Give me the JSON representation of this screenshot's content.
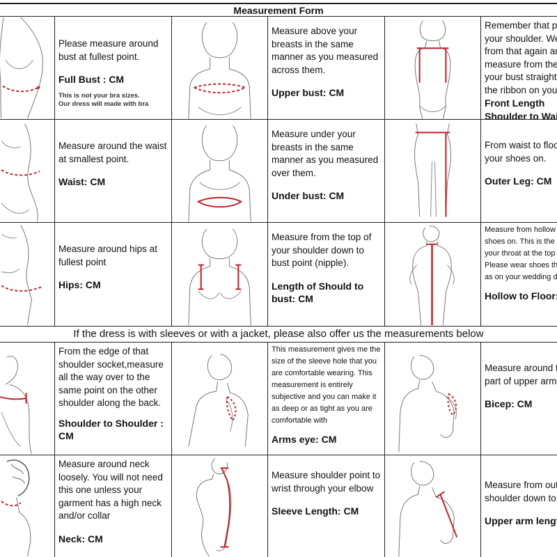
{
  "title": "Measurement Form",
  "section_banner": "If the dress is with sleeves or with a jacket, please also offer us the measurements below",
  "top_rows": [
    [
      {
        "desc": "Please measure around bust at fullest point.",
        "label": "Full Bust :   CM",
        "note": [
          "This is not your bra sizes.",
          "Our dress will made with bra"
        ]
      },
      {
        "desc": "Measure above your breasts in the same manner as you measured across them.",
        "label": "Upper bust:  CM"
      },
      {
        "desc": "Remember that point on your shoulder. Well go from that again and measure from there OVER your bust straight down to the ribbon on your waist.",
        "label": "Front Length Shoulder to Waist:   CM"
      }
    ],
    [
      {
        "desc": "Measure around the waist at smallest point.",
        "label": "Waist:   CM"
      },
      {
        "desc": "Measure under your breasts in the same manner as you measured over them.",
        "label": "Under bust:  CM"
      },
      {
        "desc": "From waist to floor with your shoes on.",
        "label": "Outer Leg:  CM"
      }
    ],
    [
      {
        "desc": "Measure around hips at fullest point",
        "label": "Hips:   CM"
      },
      {
        "desc": "Measure from the top of your shoulder down to bust point (nipple).",
        "label": "Length of Should to bust:  CM"
      },
      {
        "desc": "Measure from hollow to floor with shoes on. This is the hollow part of your throat at the top of your chest. Please wear shoes the same height as on your wedding day.",
        "label": "Hollow to Floor:  CM"
      }
    ]
  ],
  "bottom_rows": [
    [
      {
        "desc": "From the edge of that shoulder socket,measure all the way over to the same point on the other shoulder along the back.",
        "label": "Shoulder to Shoulder :  CM"
      },
      {
        "desc": "This measurement gives me the size of the sleeve hole that you are comfortable wearing. This measurement is entirely subjective and you can make it as deep or as tight as you are comfortable with",
        "label": "Arms eye:  CM"
      },
      {
        "desc": "Measure around the fullest part of upper arm.",
        "label": "Bicep:  CM"
      }
    ],
    [
      {
        "desc": "Measure around neck loosely. You will not need this one unless your garment has a high neck and/or collar",
        "label": "Neck:  CM"
      },
      {
        "desc": "Measure shoulder point to wrist through your elbow",
        "label": "Sleeve Length:  CM"
      },
      {
        "desc": "Measure from outside of shoulder down to elbow.",
        "label": "Upper arm length:  CM"
      }
    ]
  ],
  "accent_color": "#c0202a",
  "figure_icons": [
    "torso-bust",
    "torso-upper-bust",
    "torso-front-length",
    "torso-waist",
    "torso-under-bust",
    "figure-outer-leg",
    "torso-hips",
    "torso-shoulder-bust",
    "figure-hollow-floor",
    "back-shoulder",
    "arm-eye",
    "arm-bicep",
    "profile-neck",
    "figure-sleeve",
    "arm-upper-length"
  ]
}
